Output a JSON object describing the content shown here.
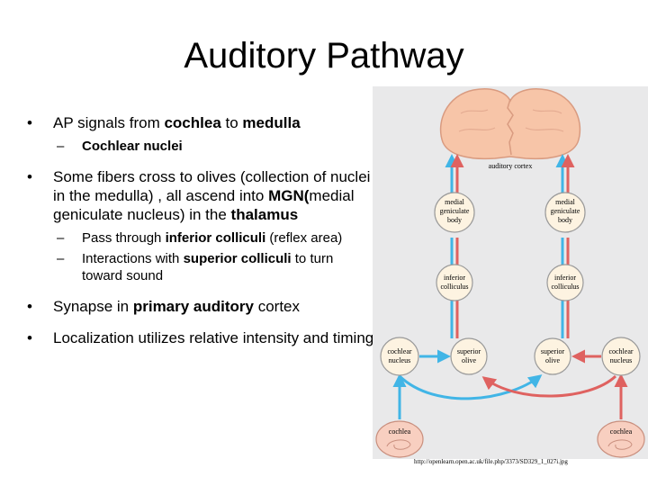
{
  "slide": {
    "title": "Auditory Pathway",
    "bullets": [
      {
        "parts": [
          "AP signals from ",
          "cochlea",
          " to ",
          "medulla"
        ],
        "subs": [
          {
            "parts": [
              "Cochlear nuclei"
            ]
          }
        ]
      },
      {
        "parts": [
          "Some fibers cross to olives (collection of nuclei in the medulla) , all ascend into ",
          "MGN(",
          "medial geniculate nucleus)  in the ",
          "thalamus"
        ],
        "subs": [
          {
            "parts": [
              "Pass through ",
              "inferior colliculi",
              " (reflex area)"
            ]
          },
          {
            "parts": [
              "Interactions with ",
              "superior colliculi",
              " to turn toward sound"
            ]
          }
        ]
      },
      {
        "parts": [
          "Synapse in ",
          "primary auditory",
          " cortex"
        ],
        "subs": []
      },
      {
        "parts": [
          "Localization utilizes relative intensity and timing"
        ],
        "subs": []
      }
    ]
  },
  "figure": {
    "labels": {
      "auditory_cortex": "auditory cortex",
      "mgb_line1": "medial",
      "mgb_line2": "geniculate",
      "mgb_line3": "body",
      "ic_line1": "inferior",
      "ic_line2": "colliculus",
      "cn_line1": "cochlear",
      "cn_line2": "nucleus",
      "so_line1": "superior",
      "so_line2": "olive",
      "cochlea": "cochlea"
    },
    "colors": {
      "blue": "#41b5e6",
      "red": "#df6260",
      "node_fill": "#fdf3e1",
      "cortex_fill": "#f7c5a8",
      "cochlea_fill": "#f8cfc0",
      "background": "#e9e9ea"
    },
    "caption": "http://openlearn.open.ac.uk/file.php/3373/SD329_1_027i.jpg"
  }
}
